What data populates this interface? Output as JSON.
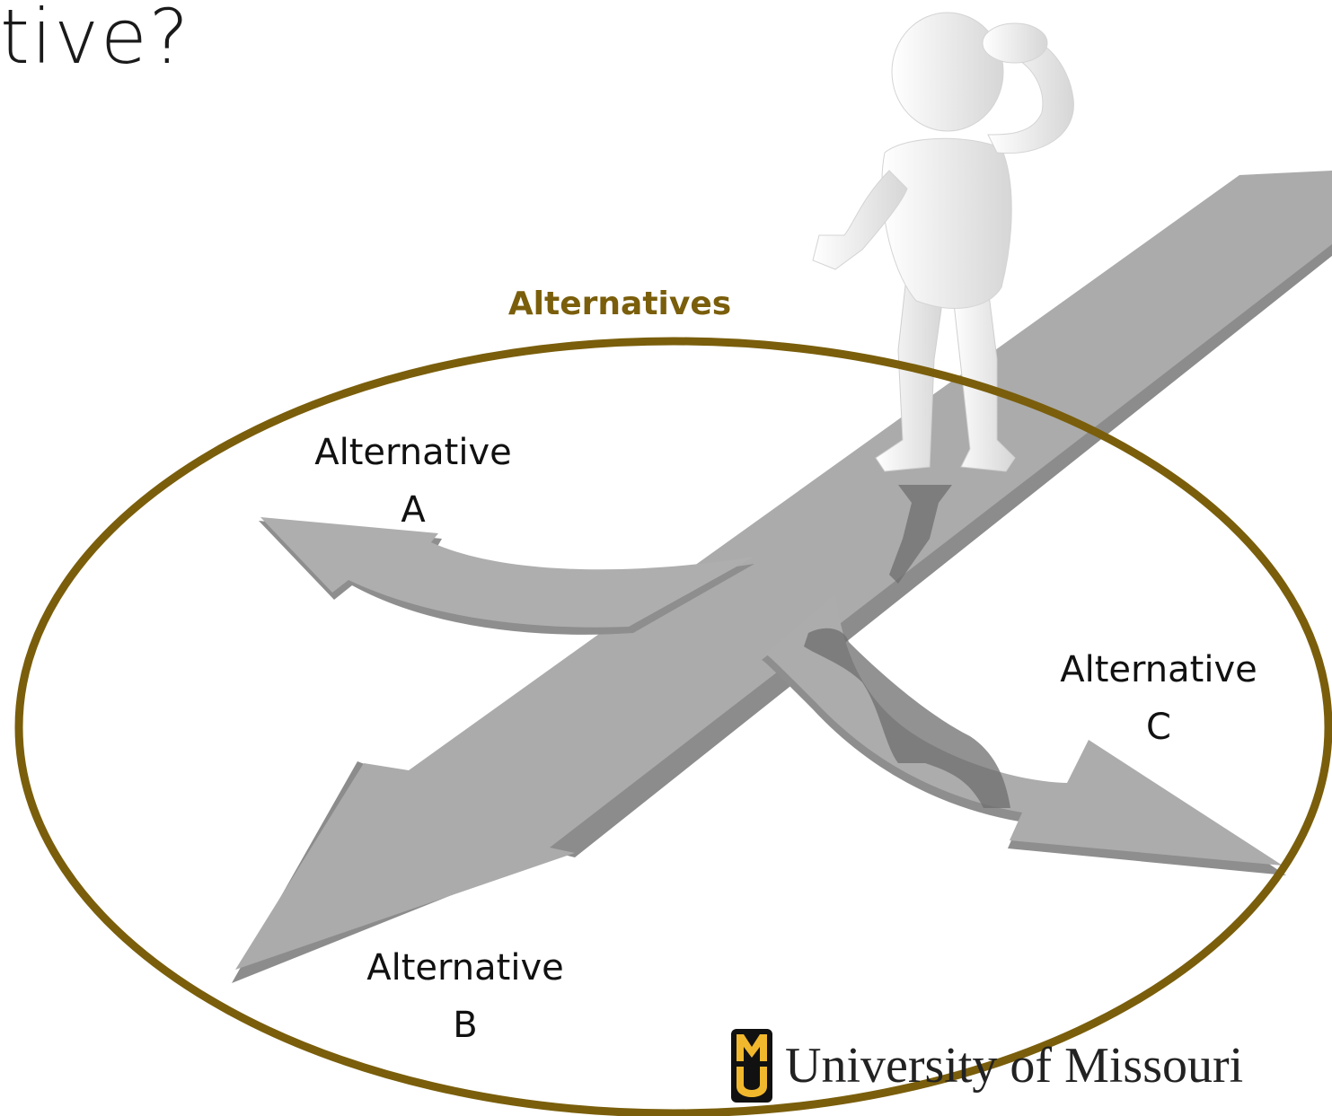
{
  "slide": {
    "title_fragment": "tive?"
  },
  "diagram": {
    "set_label": "Alternatives",
    "alternatives": [
      {
        "line1": "Alternative",
        "line2": "A"
      },
      {
        "line1": "Alternative",
        "line2": "B"
      },
      {
        "line1": "Alternative",
        "line2": "C"
      }
    ]
  },
  "logo": {
    "text": "University of Missouri",
    "letters": "MU"
  },
  "colors": {
    "ellipse": "#7a5e0b",
    "arrow": "#a9a9a9",
    "arrow_edge": "#7d7d7d",
    "logo_gold": "#f1b82d"
  }
}
